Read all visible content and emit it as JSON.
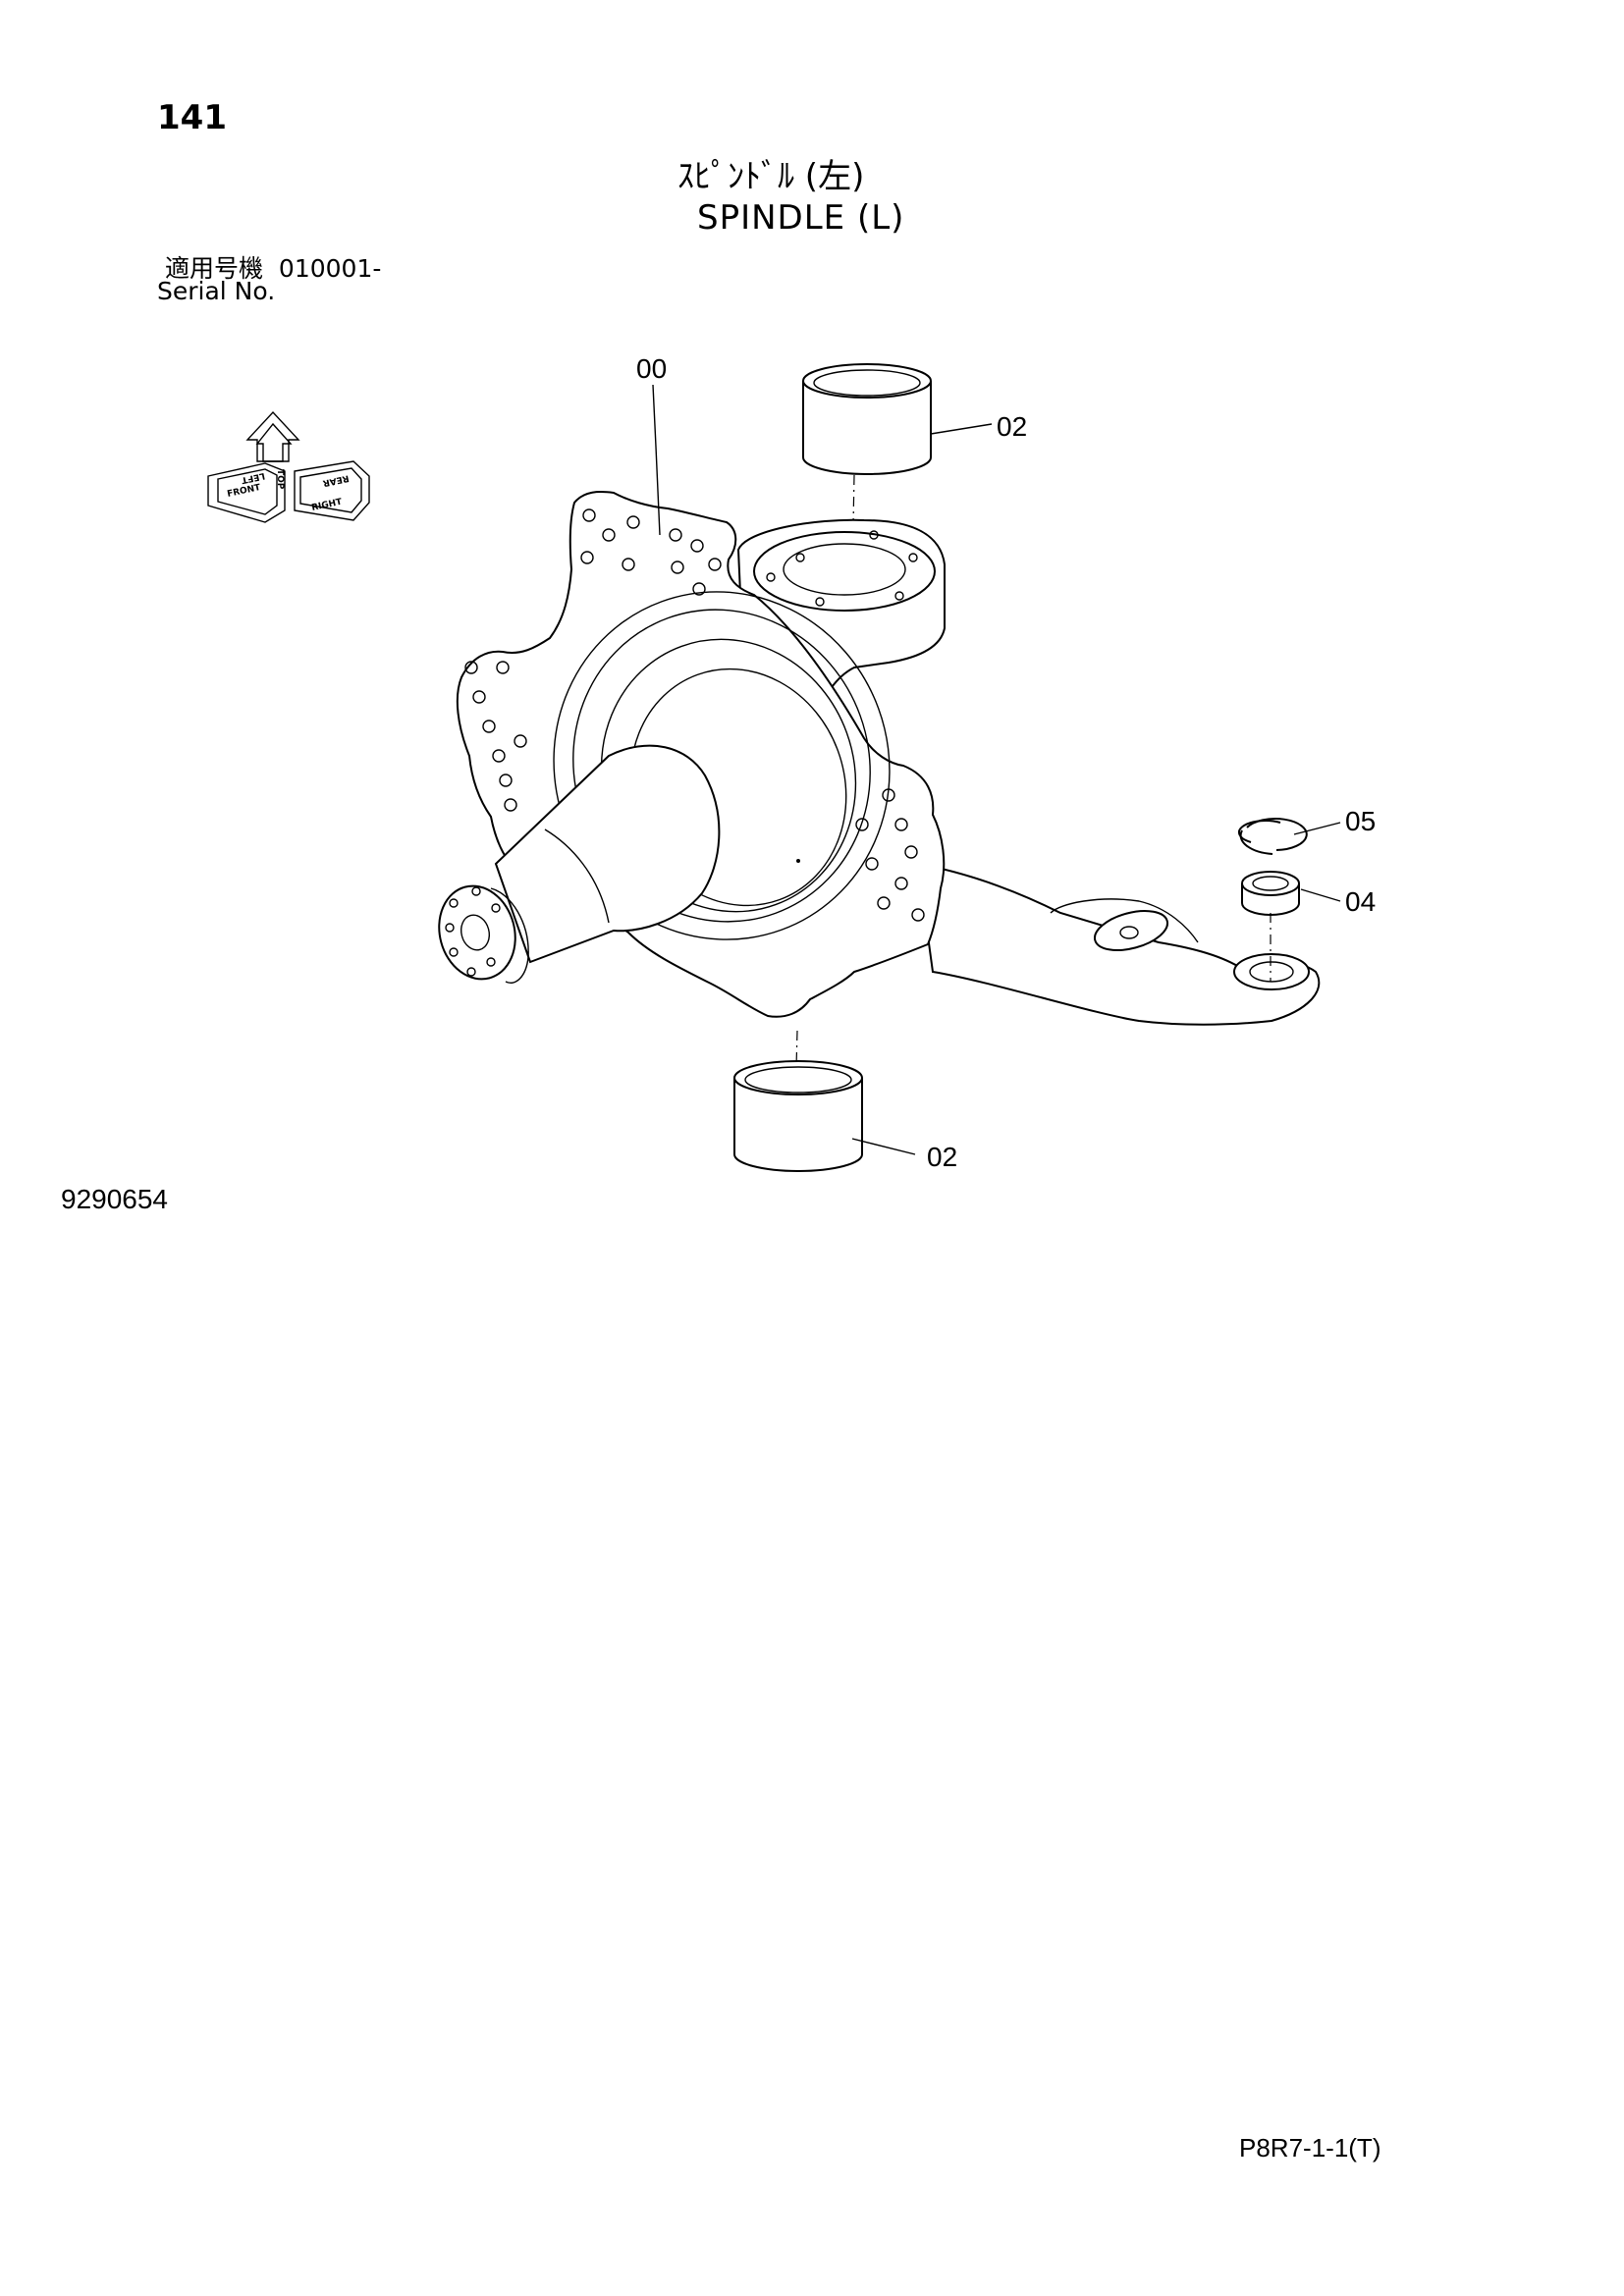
{
  "header": {
    "page_number": "141",
    "title_jp": "ｽﾋﾟﾝﾄﾞﾙ (左)",
    "title_en": "SPINDLE (L)",
    "serial_label_jp": "適用号機",
    "serial_value": "010001-",
    "serial_label_en": "Serial No."
  },
  "orientation_indicator": {
    "labels": [
      "FRONT",
      "TOP",
      "RIGHT",
      "LEFT",
      "REAR"
    ]
  },
  "callouts": [
    "00",
    "02",
    "05",
    "04",
    "02"
  ],
  "drawing_number": "9290654",
  "footer_code": "P8R7-1-1(T)"
}
